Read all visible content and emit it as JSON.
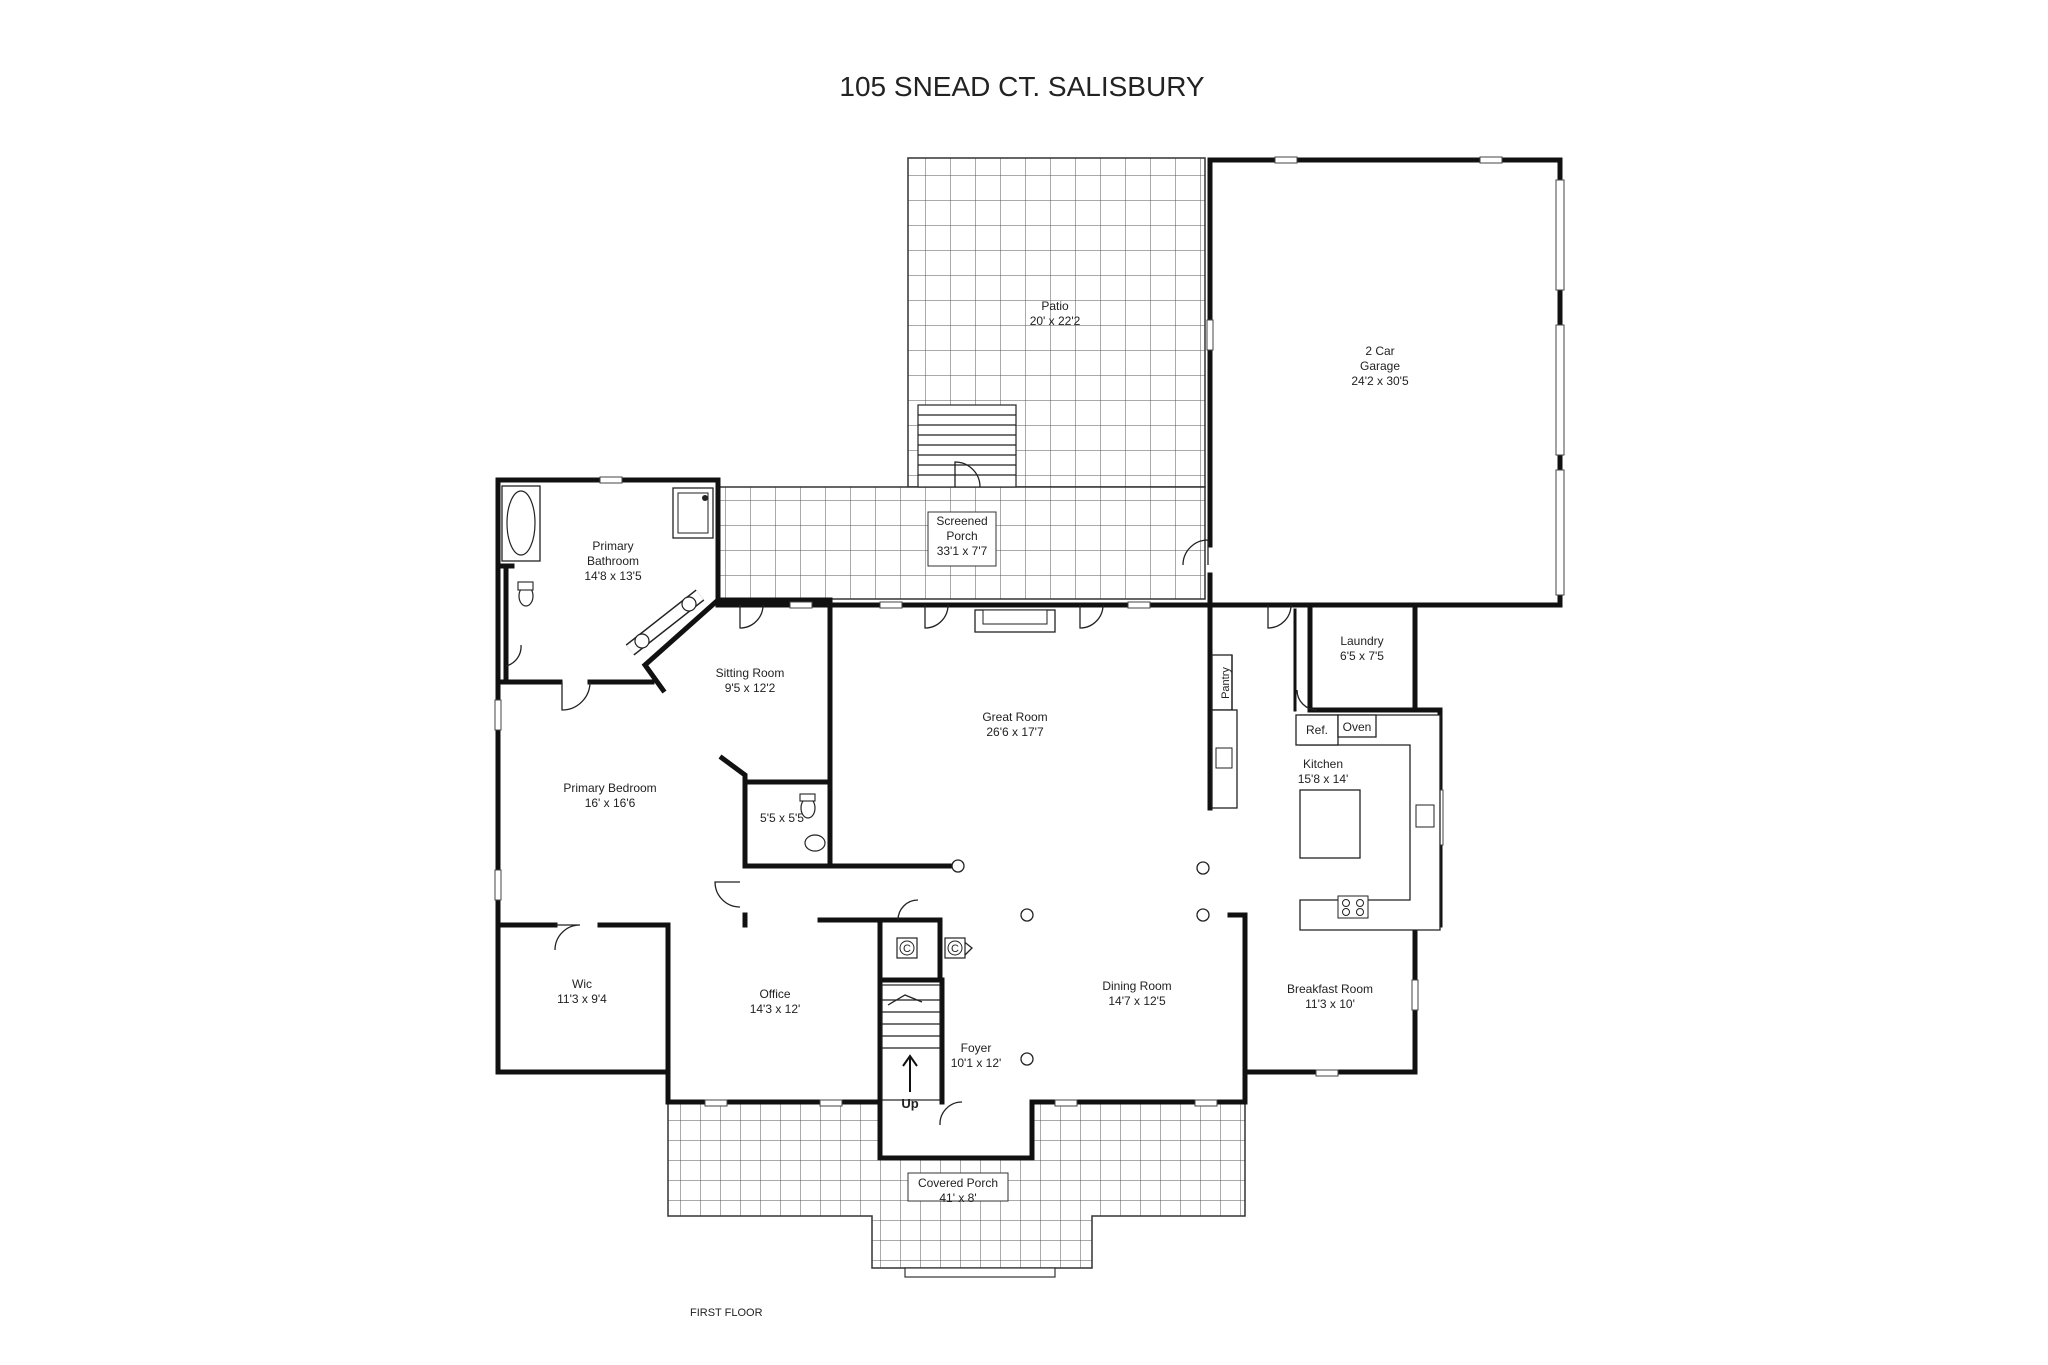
{
  "title": "105 SNEAD CT. SALISBURY",
  "floor_label": "FIRST FLOOR",
  "stairs_label": "Up",
  "rooms": [
    {
      "id": "patio",
      "name": "Patio",
      "dims": "20' x 22'2"
    },
    {
      "id": "garage",
      "name": "2 Car\nGarage",
      "dims": "24'2 x 30'5"
    },
    {
      "id": "screened-porch",
      "name": "Screened\nPorch",
      "dims": "33'1 x 7'7"
    },
    {
      "id": "primary-bathroom",
      "name": "Primary\nBathroom",
      "dims": "14'8 x 13'5"
    },
    {
      "id": "sitting-room",
      "name": "Sitting Room",
      "dims": "9'5 x 12'2"
    },
    {
      "id": "great-room",
      "name": "Great Room",
      "dims": "26'6 x 17'7"
    },
    {
      "id": "laundry",
      "name": "Laundry",
      "dims": "6'5 x 7'5"
    },
    {
      "id": "kitchen",
      "name": "Kitchen",
      "dims": "15'8 x 14'"
    },
    {
      "id": "primary-bedroom",
      "name": "Primary Bedroom",
      "dims": "16' x 16'6"
    },
    {
      "id": "half-bath",
      "name": "",
      "dims": "5'5 x 5'5"
    },
    {
      "id": "wic",
      "name": "Wic",
      "dims": "11'3 x 9'4"
    },
    {
      "id": "office",
      "name": "Office",
      "dims": "14'3 x 12'"
    },
    {
      "id": "dining-room",
      "name": "Dining Room",
      "dims": "14'7 x 12'5"
    },
    {
      "id": "breakfast-room",
      "name": "Breakfast Room",
      "dims": "11'3 x 10'"
    },
    {
      "id": "foyer",
      "name": "Foyer",
      "dims": "10'1 x 12'"
    },
    {
      "id": "covered-porch",
      "name": "Covered Porch",
      "dims": "41' x 8'"
    }
  ],
  "fixtures": {
    "pantry": "Pantry",
    "ref": "Ref.",
    "oven": "Oven",
    "closet_mark": "C"
  }
}
